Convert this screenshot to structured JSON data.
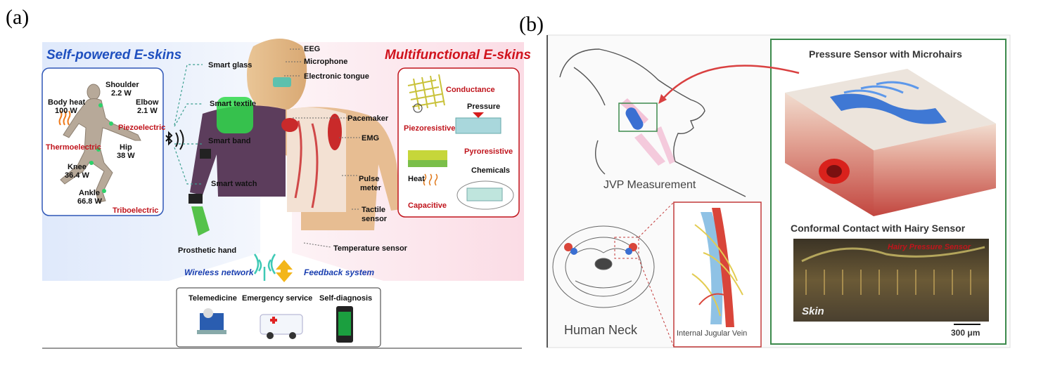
{
  "panel_a": {
    "letter": "(a)",
    "title_left": "Self-powered E-skins",
    "title_right": "Multifunctional E-skins",
    "power_labels": {
      "shoulder": "Shoulder",
      "shoulder_w": "2.2 W",
      "elbow": "Elbow",
      "elbow_w": "2.1 W",
      "body_heat": "Body heat",
      "body_heat_w": "100 W",
      "piezoelectric": "Piezoelectric",
      "thermoelectric": "Thermoelectric",
      "hip": "Hip",
      "hip_w": "38 W",
      "knee": "Knee",
      "knee_w": "36.4 W",
      "ankle": "Ankle",
      "ankle_w": "66.8 W",
      "triboelectric": "Triboelectric"
    },
    "body_labels": {
      "smart_glass": "Smart glass",
      "smart_textile": "Smart textile",
      "smart_band": "Smart band",
      "smart_watch": "Smart watch",
      "prosthetic_hand": "Prosthetic hand",
      "eeg": "EEG",
      "microphone": "Microphone",
      "electronic_tongue": "Electronic tongue",
      "pacemaker": "Pacemaker",
      "emg": "EMG",
      "pulse": "Pulse",
      "meter": "meter",
      "tactile": "Tactile",
      "sensor": "sensor",
      "temperature_sensor": "Temperature sensor"
    },
    "multi_labels": {
      "conductance": "Conductance",
      "pressure": "Pressure",
      "piezoresistive": "Piezoresistive",
      "pyroresistive": "Pyroresistive",
      "chemicals": "Chemicals",
      "heat": "Heat",
      "capacitive": "Capacitive"
    },
    "wireless_network": "Wireless network",
    "feedback_system": "Feedback system",
    "services": [
      "Telemedicine",
      "Emergency service",
      "Self-diagnosis"
    ]
  },
  "panel_b": {
    "letter": "(b)",
    "jvp": "JVP Measurement",
    "pressure_sensor_title": "Pressure Sensor with Microhairs",
    "conformal_title": "Conformal Contact with Hairy Sensor",
    "hairy_label": "Hairy Pressure Sensor",
    "skin": "Skin",
    "scale": "300 μm",
    "human_neck": "Human Neck",
    "jugular": "Internal Jugular Vein"
  },
  "colors": {
    "blue_title": "#1e4fbf",
    "red_title": "#d0121c",
    "green_frame": "#3c8a4c",
    "red_frame": "#c23a3a"
  }
}
